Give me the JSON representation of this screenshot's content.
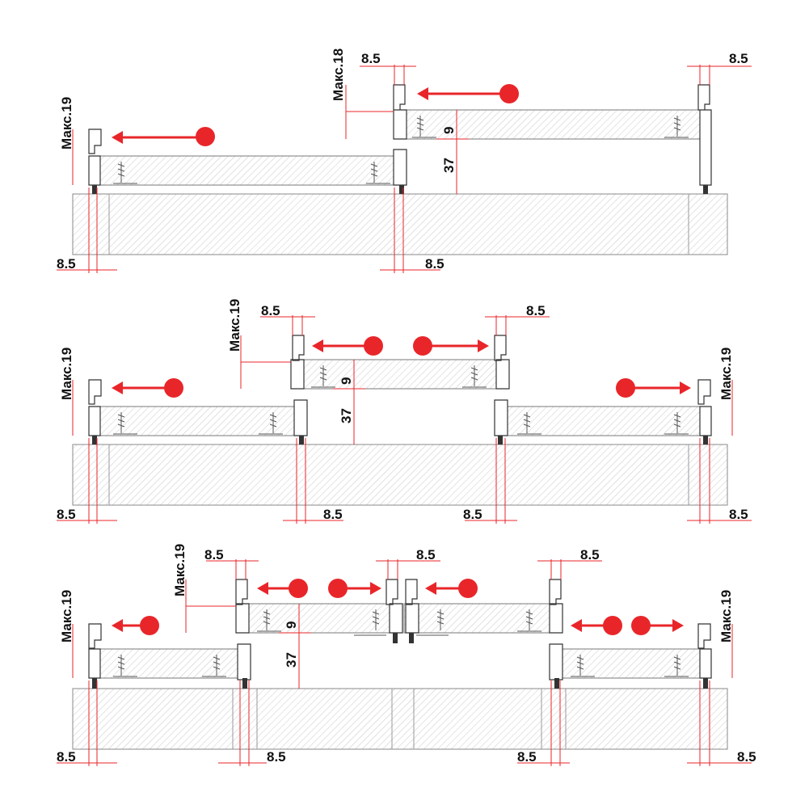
{
  "colors": {
    "accent_red": "#e8262a",
    "outline": "#333333",
    "hatch": "#9a9a9a"
  },
  "labels": {
    "max19": "Макс.19",
    "max18": "Макс.18",
    "gap": "8.5",
    "height37": "37",
    "height9": "9"
  },
  "icons": [
    "arrow-left-icon",
    "arrow-right-icon",
    "red-dot-icon",
    "screw-icon"
  ]
}
